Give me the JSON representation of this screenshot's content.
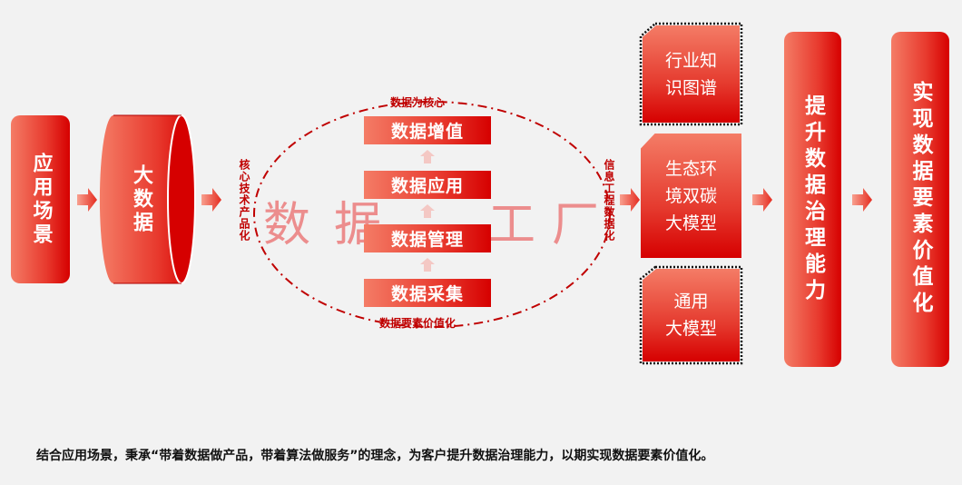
{
  "left": {
    "scene": "应用场景",
    "bigdata": "大数据"
  },
  "ellipse": {
    "top": "数据为核心",
    "bottom": "数据要素价值化",
    "left": "核心技术产品化",
    "right": "信息工程数据化",
    "watermark": [
      "数",
      "据",
      "工",
      "厂"
    ],
    "steps": [
      "数据增值",
      "数据应用",
      "数据管理",
      "数据采集"
    ]
  },
  "models": [
    {
      "l1": "行业知",
      "l2": "识图谱",
      "l3": ""
    },
    {
      "l1": "生态环",
      "l2": "境双碳",
      "l3": "大模型"
    },
    {
      "l1": "通用",
      "l2": "大模型",
      "l3": ""
    }
  ],
  "governance": "提升数据治理能力",
  "value": "实现数据要素价值化",
  "footer": "结合应用场景，秉承“带着数据做产品，带着算法做服务”的理念，为客户提升数据治理能力，以期实现数据要素价值化。",
  "colors": {
    "accent": "#d60000",
    "light": "#f47c66",
    "text": "#c00000"
  }
}
